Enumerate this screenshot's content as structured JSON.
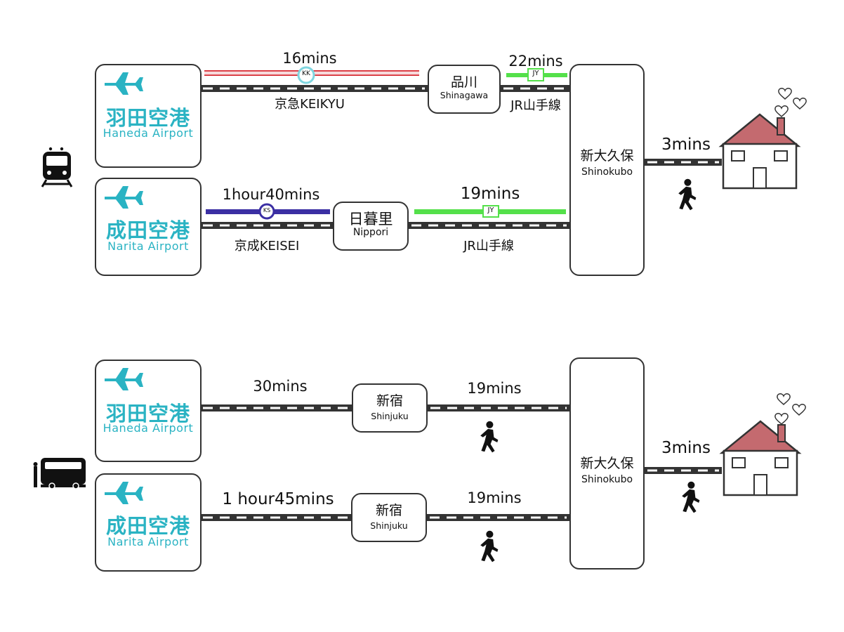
{
  "train_route": {
    "haneda": {
      "jp": "羽田空港",
      "en": "Haneda Airport"
    },
    "narita": {
      "jp": "成田空港",
      "en": "Narita Airport"
    },
    "shinagawa": {
      "jp": "品川",
      "en": "Shinagawa"
    },
    "nippori": {
      "jp": "日暮里",
      "en": "Nippori"
    },
    "shinokubo": {
      "jp": "新大久保",
      "en": "Shinokubo"
    },
    "keikyu": {
      "time": "16mins",
      "badge": "KK",
      "line": "京急KEIKYU",
      "color": "#d9363e"
    },
    "jy_upper": {
      "time": "22mins",
      "badge": "JY",
      "line": "JR山手線",
      "color": "#54e04a"
    },
    "keisei": {
      "time": "1hour40mins",
      "badge": "KS",
      "line": "京成KEISEI",
      "color": "#3b2fa3"
    },
    "jy_lower": {
      "time": "19mins",
      "badge": "JY",
      "line": "JR山手線",
      "color": "#54e04a"
    },
    "walk": {
      "time": "3mins"
    }
  },
  "bus_route": {
    "haneda": {
      "jp": "羽田空港",
      "en": "Haneda Airport"
    },
    "narita": {
      "jp": "成田空港",
      "en": "Narita Airport"
    },
    "shinjuku_upper": {
      "jp": "新宿",
      "en": "Shinjuku"
    },
    "shinjuku_lower": {
      "jp": "新宿",
      "en": "Shinjuku"
    },
    "shinokubo": {
      "jp": "新大久保",
      "en": "Shinokubo"
    },
    "haneda_bus": {
      "time": "30mins"
    },
    "haneda_walk": {
      "time": "19mins"
    },
    "narita_bus": {
      "time": "1 hour45mins"
    },
    "narita_walk": {
      "time": "19mins"
    },
    "walk": {
      "time": "3mins"
    }
  },
  "icons": {
    "airport": "airplane-icon",
    "train": "train-icon",
    "bus": "bus-icon",
    "walk": "walking-person-icon",
    "house": "house-icon",
    "hearts": "hearts-icon"
  },
  "colors": {
    "airport_text": "#2ab3c3",
    "roof": "#c46a6f",
    "track": "#333333"
  }
}
